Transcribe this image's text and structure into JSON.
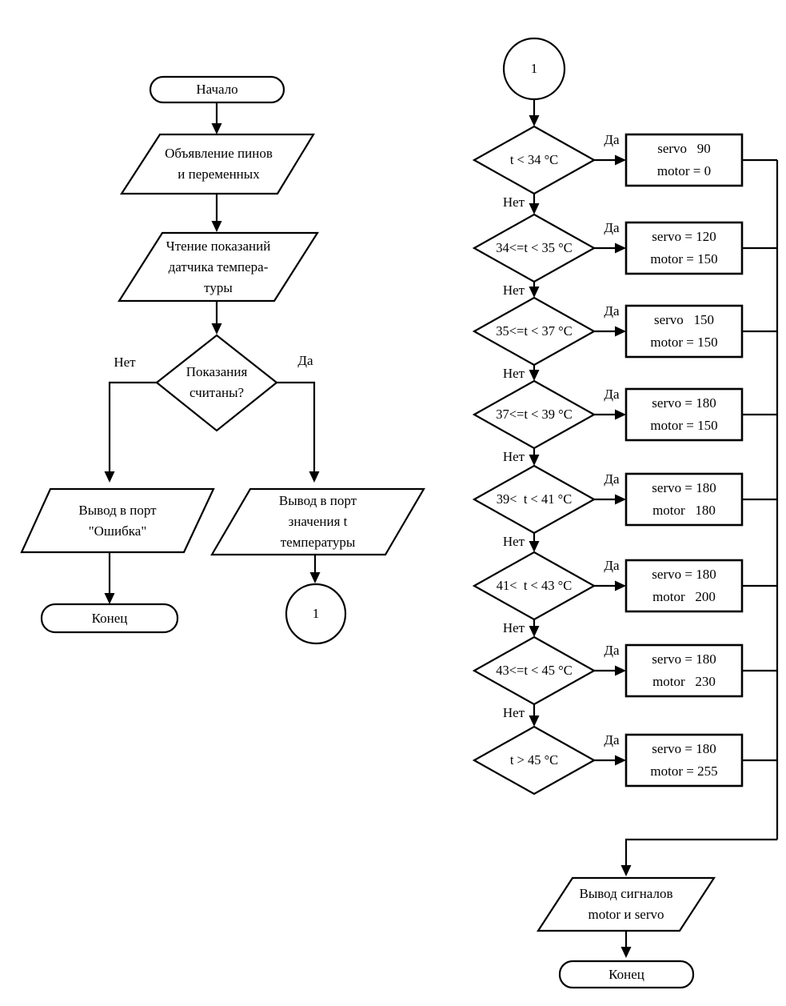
{
  "palette": {
    "ink": "#000000",
    "background": "#ffffff"
  },
  "left_column": {
    "start_label": "Начало",
    "declare_pins": "Объявление пинов\nи переменных",
    "read_sensor": "Чтение показаний\nдатчика темпера-\nтуры",
    "readings_decision": "Показания\nсчитаны?",
    "no_label": "Нет",
    "yes_label": "Да",
    "error_output": "Вывод в порт\n\"Ошибка\"",
    "temp_output": "Вывод в порт\nзначения t\nтемпературы",
    "end_label": "Конец",
    "connector_label": "1"
  },
  "right_column": {
    "connector_label": "1",
    "yes_label": "Да",
    "no_label": "Нет",
    "branches": [
      {
        "condition": "t < 34 °C",
        "action": "servo   90\nmotor = 0"
      },
      {
        "condition": "34<=t < 35 °C",
        "action": "servo = 120\nmotor = 150"
      },
      {
        "condition": "35<=t < 37 °C",
        "action": "servo   150\nmotor = 150"
      },
      {
        "condition": "37<=t < 39 °C",
        "action": "servo = 180\nmotor = 150"
      },
      {
        "condition": "39<  t < 41 °C",
        "action": "servo = 180\nmotor   180"
      },
      {
        "condition": "41<  t < 43 °C",
        "action": "servo = 180\nmotor   200"
      },
      {
        "condition": "43<=t < 45 °C",
        "action": "servo = 180\nmotor   230"
      },
      {
        "condition": "t > 45 °C",
        "action": "servo = 180\nmotor = 255"
      }
    ],
    "signal_output": "Вывод сигналов\nmotor и servo",
    "end_label": "Конец"
  }
}
